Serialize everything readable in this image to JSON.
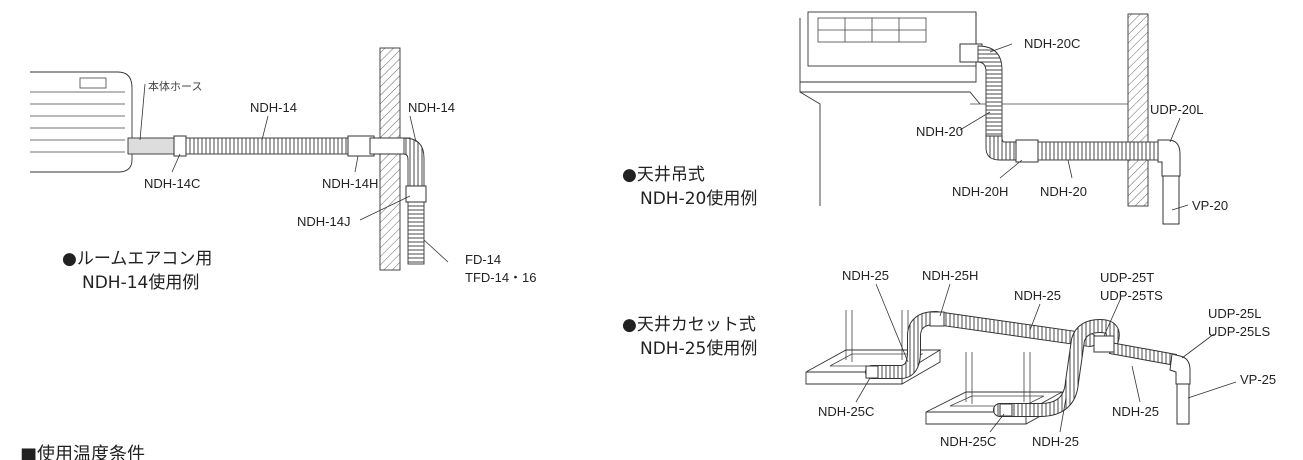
{
  "room_ac": {
    "labels": {
      "body_hose": "本体ホース",
      "ndh14_top": "NDH-14",
      "ndh14_right": "NDH-14",
      "ndh14c": "NDH-14C",
      "ndh14h": "NDH-14H",
      "ndh14j": "NDH-14J",
      "fd14": "FD-14",
      "tfd": "TFD-14・16"
    },
    "caption_line1": "●ルームエアコン用",
    "caption_line2": "NDH-14使用例"
  },
  "ceiling_suspended": {
    "labels": {
      "ndh20c": "NDH-20C",
      "udp20l": "UDP-20L",
      "ndh20_left": "NDH-20",
      "ndh20h": "NDH-20H",
      "ndh20_bottom": "NDH-20",
      "vp20": "VP-20"
    },
    "caption_line1": "●天井吊式",
    "caption_line2": "NDH-20使用例"
  },
  "ceiling_cassette": {
    "labels": {
      "ndh25_a": "NDH-25",
      "ndh25h": "NDH-25H",
      "ndh25_b": "NDH-25",
      "udp25t": "UDP-25T",
      "udp25ts": "UDP-25TS",
      "udp25l": "UDP-25L",
      "udp25ls": "UDP-25LS",
      "vp25": "VP-25",
      "ndh25_c": "NDH-25",
      "ndh25c_left": "NDH-25C",
      "ndh25c_bottom": "NDH-25C",
      "ndh25_d": "NDH-25"
    },
    "caption_line1": "●天井カセット式",
    "caption_line2": "NDH-25使用例"
  },
  "section_header": "■使用温度条件"
}
